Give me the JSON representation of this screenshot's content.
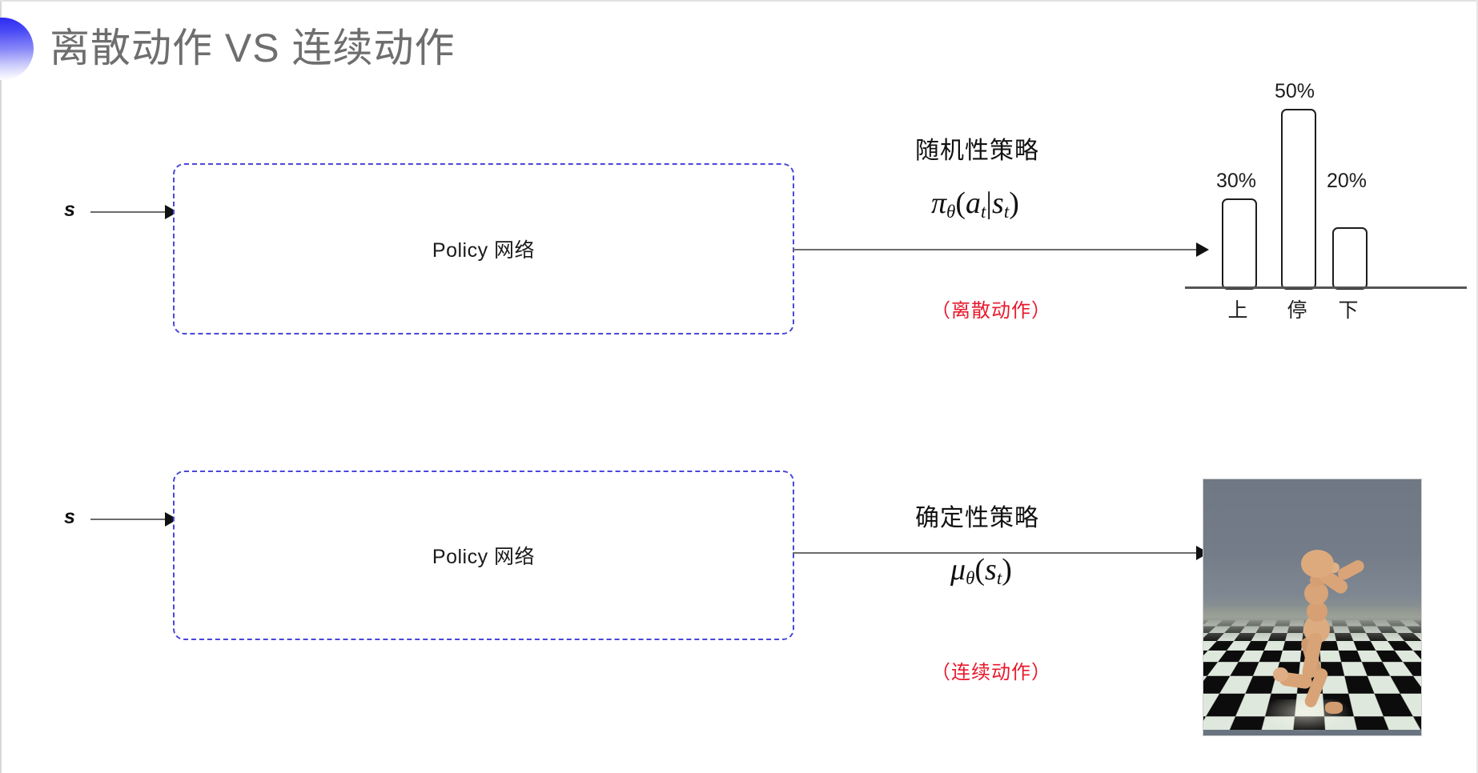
{
  "slide": {
    "title": "离散动作 VS 连续动作",
    "bullet_icon": "half-circle-gradient-icon",
    "accent_color": "#2b2bf2",
    "title_color": "#6e6e6e",
    "background": "#ffffff"
  },
  "rows": [
    {
      "id": "discrete",
      "input_label": "s",
      "box_label": "Policy 网络",
      "box_border_color": "#4a47d8",
      "policy_name": "随机性策略",
      "formula": "πθ(at|st)",
      "formula_parts": {
        "symbol": "π",
        "theta": "θ",
        "open": "(",
        "action": "a",
        "action_sub": "t",
        "bar": "|",
        "state": "s",
        "state_sub": "t",
        "close": ")"
      },
      "action_note": "（离散动作）",
      "action_note_color": "#e8192c",
      "output_type": "bar-chart"
    },
    {
      "id": "continuous",
      "input_label": "s",
      "box_label": "Policy 网络",
      "box_border_color": "#4a47d8",
      "policy_name": "确定性策略",
      "formula": "μθ(st)",
      "formula_parts": {
        "symbol": "μ",
        "theta": "θ",
        "open": "(",
        "state": "s",
        "state_sub": "t",
        "close": ")"
      },
      "action_note": "（连续动作）",
      "action_note_color": "#e8192c",
      "output_type": "simulation-image"
    }
  ],
  "chart_data": {
    "type": "bar",
    "title": "",
    "categories": [
      "上",
      "停",
      "下"
    ],
    "values": [
      30,
      50,
      20
    ],
    "value_labels": [
      "30%",
      "50%",
      "20%"
    ],
    "xlabel": "",
    "ylabel": "",
    "ylim": [
      0,
      60
    ],
    "grid": false,
    "legend": null,
    "bar_fill": "#ffffff",
    "bar_stroke": "#1d1d1d",
    "axis_color": "#555555"
  },
  "simulation_image": {
    "name": "mujoco-humanoid-running",
    "sky_color": "#6f7884",
    "floor_colors": [
      "#0c0c0c",
      "#dfe8dd"
    ],
    "figure_color": "#d9a478"
  }
}
